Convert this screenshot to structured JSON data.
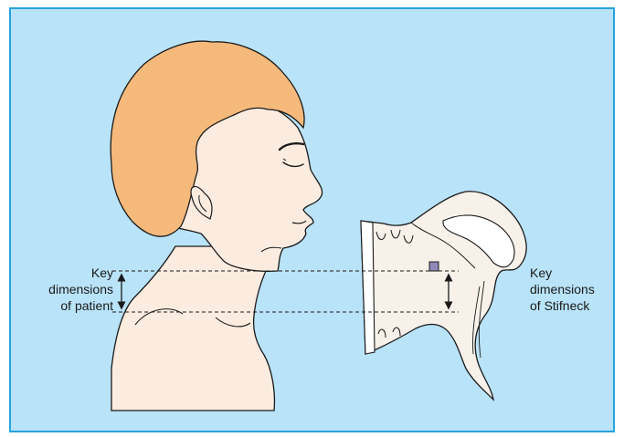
{
  "colors": {
    "background": "#b9e3f8",
    "border": "#2aa3dc",
    "hair": "#f5b97c",
    "skin": "#fcece0",
    "collar_fill": "#f7f1ea",
    "collar_inner": "#ffffff",
    "outline": "#1a1a1a"
  },
  "labels": {
    "patient": {
      "line1": "Key",
      "line2": "dimensions",
      "line3": "of patient"
    },
    "stifneck": {
      "line1": "Key",
      "line2": "dimensions",
      "line3": "of Stifneck"
    }
  },
  "icons": {
    "patient_arrow": "double-arrow-vertical",
    "collar_arrow": "double-arrow-vertical"
  }
}
